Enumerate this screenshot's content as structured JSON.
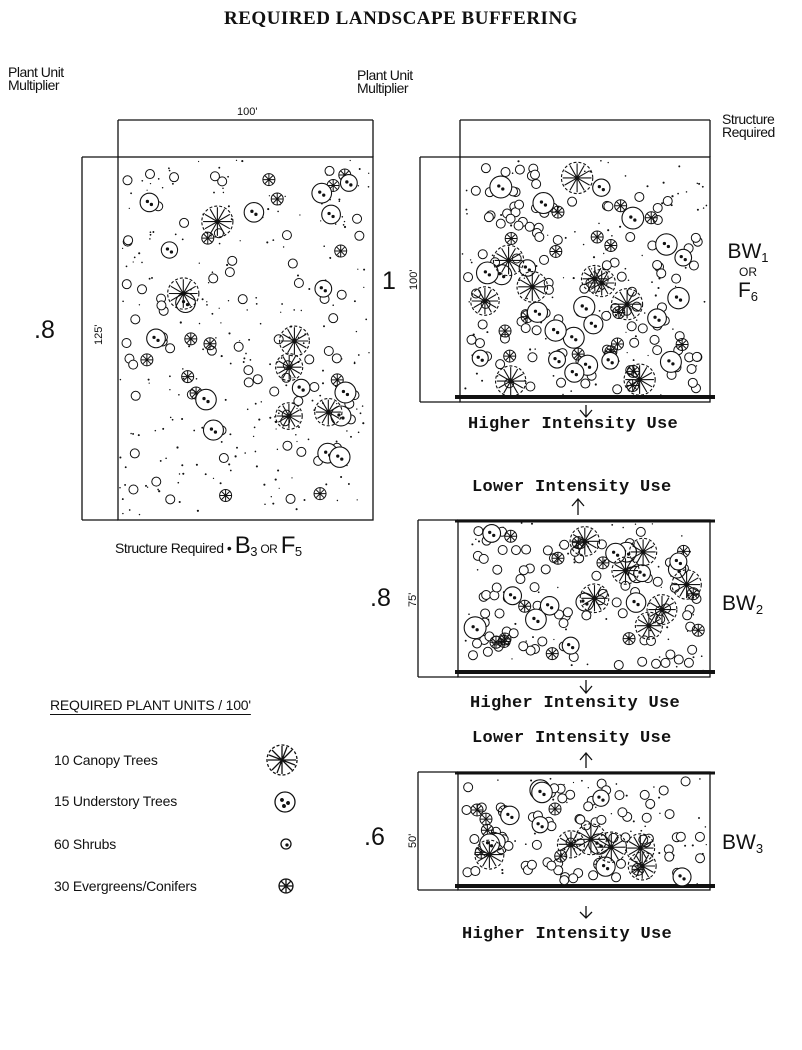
{
  "title": "REQUIRED LANDSCAPE BUFFERING",
  "headers": {
    "left_multiplier": [
      "Plant Unit",
      "Multiplier"
    ],
    "right_multiplier": [
      "Plant Unit",
      "Multiplier"
    ]
  },
  "left_plan": {
    "width_label": "100'",
    "depth_label": "125'",
    "multiplier": ".8",
    "caption": {
      "prefix": "Structure Required",
      "bullet": "•",
      "b_letter": "B",
      "b_sub": "3",
      "or": "OR",
      "f_letter": "F",
      "f_sub": "5"
    }
  },
  "bw1": {
    "top_label": [
      "Structure",
      "Required"
    ],
    "depth_label": "100'",
    "multiplier": "1",
    "code_main": "BW",
    "code_sub": "1",
    "or": "OR",
    "alt_main": "F",
    "alt_sub": "6",
    "bottom_label": "Higher Intensity Use"
  },
  "bw2": {
    "top_label": "Lower Intensity Use",
    "depth_label": "75'",
    "multiplier": ".8",
    "code_main": "BW",
    "code_sub": "2",
    "bottom_label": "Higher Intensity Use"
  },
  "bw3": {
    "top_label": "Lower Intensity Use",
    "depth_label": "50'",
    "multiplier": ".6",
    "code_main": "BW",
    "code_sub": "3",
    "bottom_label": "Higher Intensity Use"
  },
  "legend": {
    "title": "REQUIRED PLANT UNITS / 100'",
    "items": [
      {
        "label": "10 Canopy Trees",
        "symbol": "canopy-tree-icon"
      },
      {
        "label": "15 Understory Trees",
        "symbol": "understory-tree-icon"
      },
      {
        "label": "60 Shrubs",
        "symbol": "shrub-icon"
      },
      {
        "label": "30 Evergreens/Conifers",
        "symbol": "evergreen-icon"
      }
    ]
  }
}
